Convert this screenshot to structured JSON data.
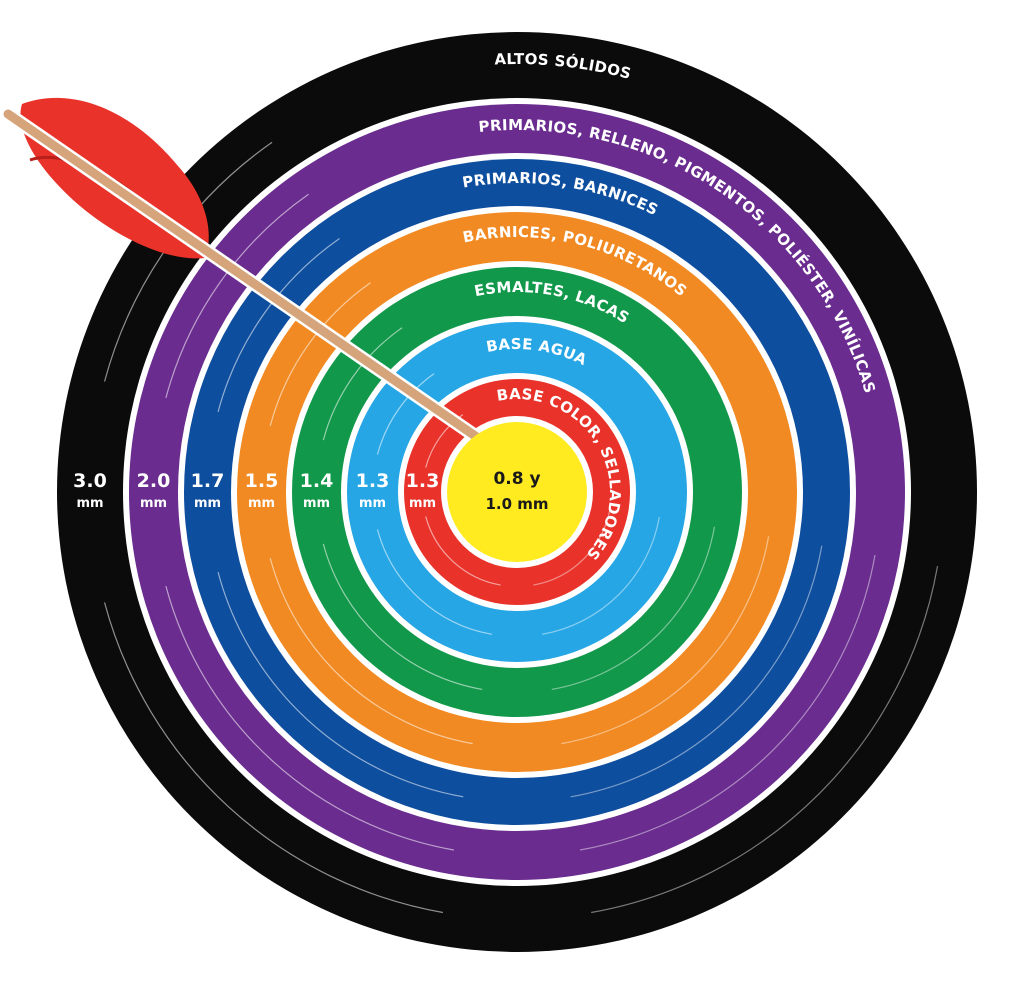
{
  "diagram": {
    "center": {
      "line1": "0.8 y",
      "line2": "1.0 mm",
      "color": "#ffeb1f",
      "text_color": "#1a1a1a"
    },
    "rings": [
      {
        "key": "base-color",
        "label": "BASE COLOR, SELLADORES",
        "value": "1.3",
        "unit": "mm",
        "color": "#e8322a",
        "value_color": "#ffffff"
      },
      {
        "key": "base-agua",
        "label": "BASE AGUA",
        "value": "1.3",
        "unit": "mm",
        "color": "#27a6e6",
        "value_color": "#ffffff"
      },
      {
        "key": "esmaltes",
        "label": "ESMALTES, LACAS",
        "value": "1.4",
        "unit": "mm",
        "color": "#12984a",
        "value_color": "#ffffff"
      },
      {
        "key": "barnices-poliuretanos",
        "label": "BARNICES, POLIURETANOS",
        "value": "1.5",
        "unit": "mm",
        "color": "#f28a23",
        "value_color": "#ffffff"
      },
      {
        "key": "primarios-barnices",
        "label": "PRIMARIOS, BARNICES",
        "value": "1.7",
        "unit": "mm",
        "color": "#0e4e9e",
        "value_color": "#ffffff"
      },
      {
        "key": "primarios-relleno",
        "label": "PRIMARIOS, RELLENO, PIGMENTOS, POLIÉSTER, VINÍLICAS",
        "value": "2.0",
        "unit": "mm",
        "color": "#6a2c8f",
        "value_color": "#ffffff"
      },
      {
        "key": "altos-solidos",
        "label": "ALTOS SÓLIDOS",
        "value": "3.0",
        "unit": "mm",
        "color": "#0b0b0b",
        "value_color": "#ffffff"
      }
    ],
    "arrow": {
      "shaft_color": "#d6a47b",
      "fletch_color": "#e8322a"
    }
  }
}
